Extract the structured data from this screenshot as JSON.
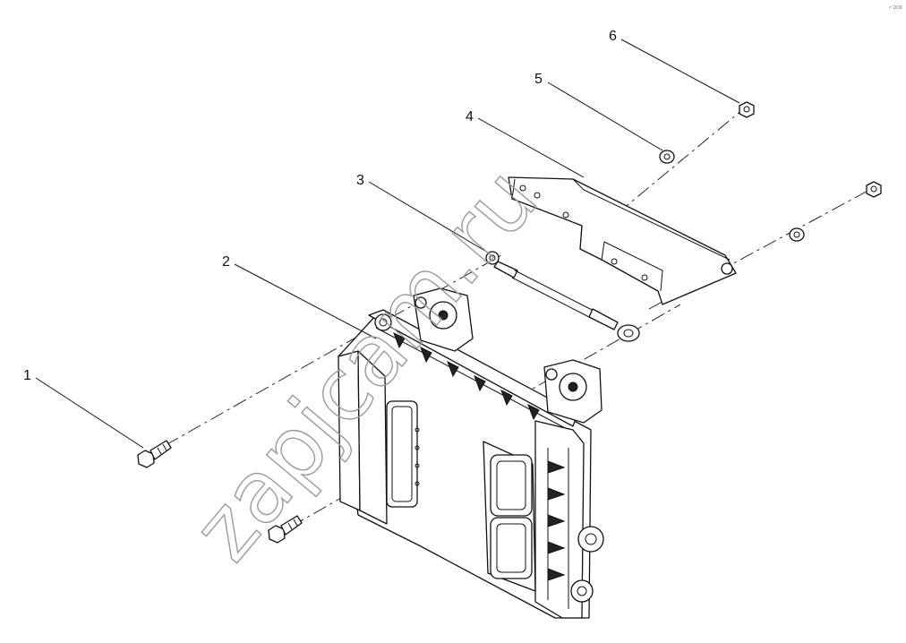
{
  "callouts": [
    {
      "id": "1",
      "label": "1"
    },
    {
      "id": "2",
      "label": "2"
    },
    {
      "id": "3",
      "label": "3"
    },
    {
      "id": "4",
      "label": "4"
    },
    {
      "id": "5",
      "label": "5"
    },
    {
      "id": "6",
      "label": "6"
    }
  ],
  "watermark": "zapjcam.ru",
  "corner_mark": "↗ DDD",
  "colors": {
    "line": "#111111",
    "background": "#ffffff",
    "watermark": "#9a9a9a"
  }
}
